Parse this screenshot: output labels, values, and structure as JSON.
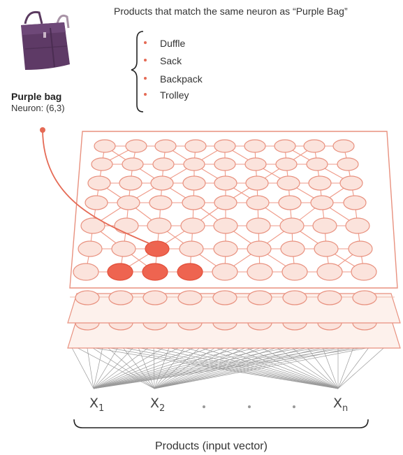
{
  "heading": "Products that match the same neuron as “Purple Bag”",
  "matches": [
    "Duffle",
    "Sack",
    "Backpack",
    "Trolley"
  ],
  "bag": {
    "name": "Purple bag",
    "neuron": "Neuron: (6,3)"
  },
  "inputs": [
    {
      "base": "X",
      "sub": "1"
    },
    {
      "base": "X",
      "sub": "2"
    },
    {
      "base": "X",
      "sub": "n"
    }
  ],
  "footer": "Products (input vector)",
  "colors": {
    "accent": "#e56a55",
    "node_fill": "#fbe3dc",
    "node_stroke": "#e8917f",
    "highlight": "#ee6450",
    "bag_purple": "#5e3a66"
  }
}
